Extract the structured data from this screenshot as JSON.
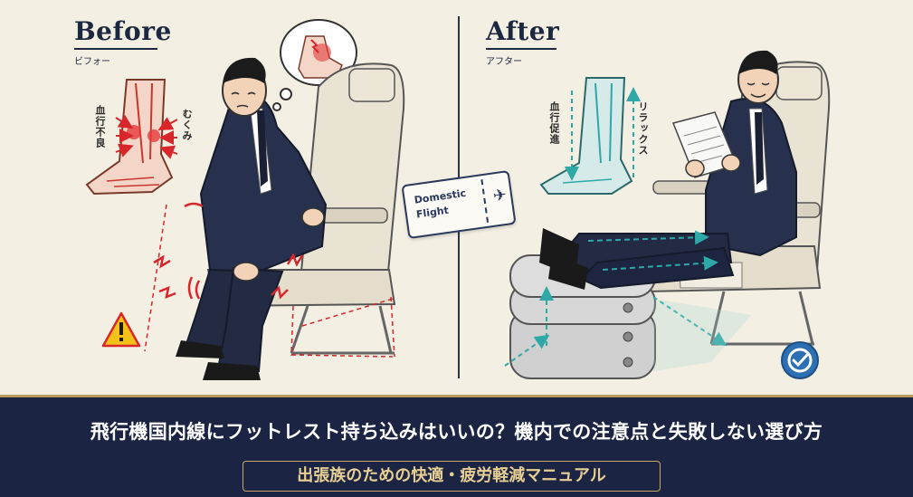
{
  "before": {
    "heading": "Before",
    "subheading": "ビフォー",
    "label_left": "血行不良",
    "label_right": "むくみ"
  },
  "after": {
    "heading": "After",
    "subheading": "アフター",
    "label_left": "血行促進",
    "label_right": "リラックス"
  },
  "ticket": {
    "line1": "Domestic",
    "line2": "Flight"
  },
  "banner": {
    "title": "飛行機国内線にフットレスト持ち込みはいいの？機内での注意点と失敗しない選び方",
    "subtitle": "出張族のための快適・疲労軽減マニュアル"
  },
  "colors": {
    "background": "#f4efe3",
    "navy": "#1b2442",
    "gold": "#c7a868",
    "warning_red": "#d8262b",
    "teal": "#2fa8a8"
  }
}
